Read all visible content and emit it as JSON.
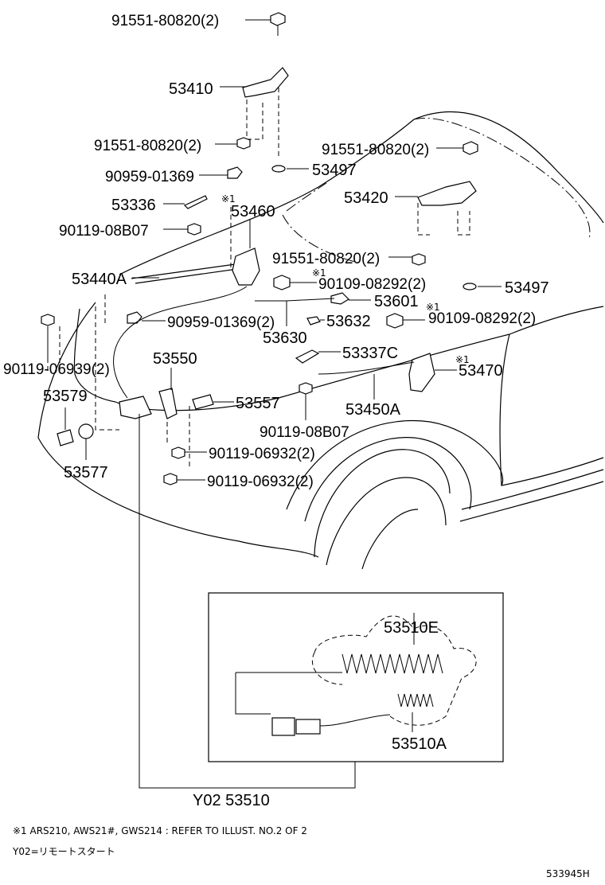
{
  "parts": {
    "p01": "91551-80820(2)",
    "p02": "53410",
    "p03": "91551-80820(2)",
    "p04": "53497",
    "p05": "90959-01369",
    "p06": "53336",
    "p07": "90119-08B07",
    "p08": "53460",
    "p09": "53440A",
    "p10": "91551-80820(2)",
    "p11": "53420",
    "p12": "91551-80820(2)",
    "p13": "53497",
    "p14": "90109-08292(2)",
    "p15": "53601",
    "p16": "90959-01369(2)",
    "p17": "53632",
    "p18": "90109-08292(2)",
    "p19": "53630",
    "p20": "53337C",
    "p21": "53470",
    "p22": "90119-06939(2)",
    "p23": "53550",
    "p24": "53579",
    "p25": "53557",
    "p26": "53450A",
    "p27": "90119-08B07",
    "p28": "90119-06932(2)",
    "p29": "53577",
    "p30": "90119-06932(2)",
    "p31": "53510E",
    "p32": "53510A",
    "p33": "Y02 53510"
  },
  "ref_marks": {
    "m1": "※1",
    "m2": "※1",
    "m3": "※1",
    "m4": "※1"
  },
  "notes": {
    "line1": "※1 ARS210, AWS21#, GWS214 : REFER TO ILLUST. NO.2 OF 2",
    "line2": "Y02=リモートスタート"
  },
  "illustration_id": "533945H"
}
